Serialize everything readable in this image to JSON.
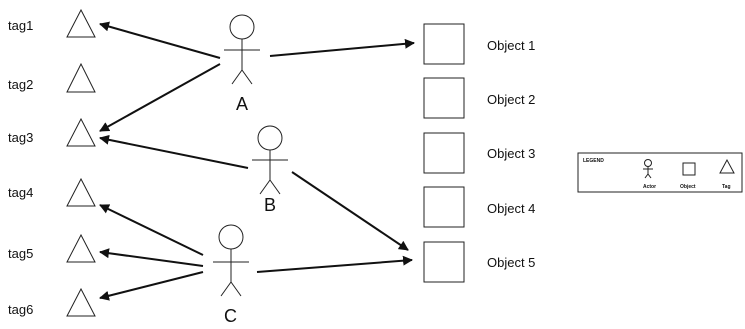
{
  "tags": [
    "tag1",
    "tag2",
    "tag3",
    "tag4",
    "tag5",
    "tag6"
  ],
  "objects": [
    "Object 1",
    "Object 2",
    "Object 3",
    "Object 4",
    "Object 5"
  ],
  "actors": [
    "A",
    "B",
    "C"
  ],
  "relations": [
    {
      "from": "A",
      "to": "tag1"
    },
    {
      "from": "A",
      "to": "tag3"
    },
    {
      "from": "A",
      "to": "Object 1"
    },
    {
      "from": "B",
      "to": "tag3"
    },
    {
      "from": "B",
      "to": "Object 5"
    },
    {
      "from": "C",
      "to": "tag4"
    },
    {
      "from": "C",
      "to": "tag5"
    },
    {
      "from": "C",
      "to": "tag6"
    },
    {
      "from": "C",
      "to": "Object 5"
    }
  ],
  "legend": {
    "title": "LEGEND",
    "actor_label": "Actor",
    "object_label": "Object",
    "tag_label": "Tag"
  },
  "colors": {
    "line": "#111111",
    "background": "#ffffff"
  }
}
